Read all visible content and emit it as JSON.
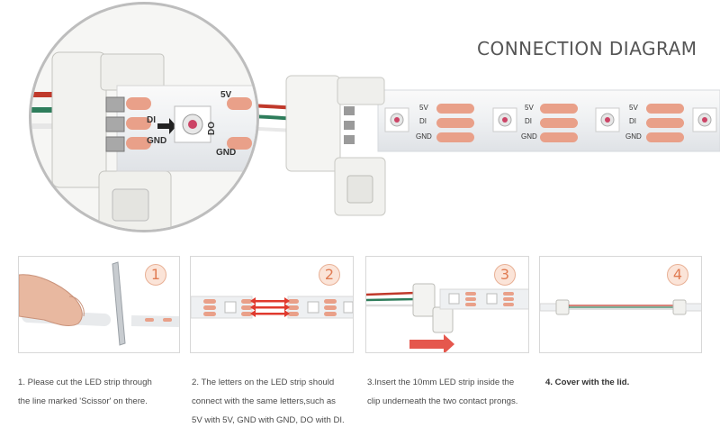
{
  "page": {
    "title": "CONNECTION DIAGRAM"
  },
  "pcb": {
    "label_5v": "5V",
    "label_di": "DI",
    "label_do": "DO",
    "label_gnd": "GND"
  },
  "steps": [
    {
      "number": "1",
      "lines": [
        "1. Please cut the LED strip through",
        "the line marked 'Scissor' on there."
      ]
    },
    {
      "number": "2",
      "lines": [
        "2. The letters on the LED strip should",
        "connect with the same letters,such as",
        "5V with 5V, GND with GND, DO with DI."
      ]
    },
    {
      "number": "3",
      "lines": [
        "3.Insert the 10mm LED strip inside the",
        "clip underneath the   two contact prongs."
      ]
    },
    {
      "number": "4",
      "lines": [
        "4.  Cover with the lid."
      ]
    }
  ],
  "colors": {
    "strip": "#f3f4f6",
    "pad": "#e9a089",
    "accent": "#e07b52",
    "arrow_red": "#e03a2e",
    "wire_red": "#c0392b",
    "wire_green": "#2e7d5b"
  }
}
